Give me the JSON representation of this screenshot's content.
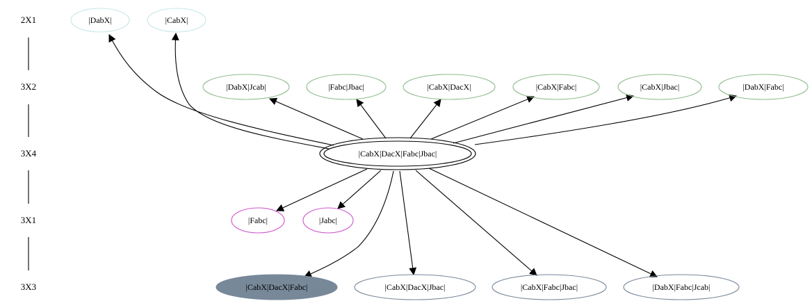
{
  "ranks": [
    {
      "id": "r2x1",
      "label": "2X1"
    },
    {
      "id": "r3x2",
      "label": "3X2"
    },
    {
      "id": "r3x4",
      "label": "3X4"
    },
    {
      "id": "r3x1",
      "label": "3X1"
    },
    {
      "id": "r3x3",
      "label": "3X3"
    }
  ],
  "nodes": {
    "dabx": {
      "label": "|DabX|"
    },
    "cabx": {
      "label": "|CabX|"
    },
    "dabx_jcab": {
      "label": "|DabX|Jcab|"
    },
    "fabc_jbac": {
      "label": "|Fabc|Jbac|"
    },
    "cabx_dacx": {
      "label": "|CabX|DacX|"
    },
    "cabx_fabc": {
      "label": "|CabX|Fabc|"
    },
    "cabx_jbac": {
      "label": "|CabX|Jbac|"
    },
    "dabx_fabc": {
      "label": "|DabX|Fabc|"
    },
    "center": {
      "label": "|CabX|DacX|Fabc|Jbac|"
    },
    "fabc": {
      "label": "|Fabc|"
    },
    "jabc": {
      "label": "|Jabc|"
    },
    "cabx_dacx_fabc": {
      "label": "|CabX|DacX|Fabc|"
    },
    "cabx_dacx_jbac": {
      "label": "|CabX|DacX|Jbac|"
    },
    "cabx_fabc_jbac": {
      "label": "|CabX|Fabc|Jbac|"
    },
    "dabx_fabc_jcab": {
      "label": "|DabX|Fabc|Jcab|"
    }
  },
  "colors": {
    "rank_2x1_border": "#c6e6e6",
    "rank_3x2_border": "#8fbc8f",
    "rank_3x1_border": "#cc55cc",
    "rank_3x3_border": "#778899",
    "highlight_fill": "#778899",
    "edge": "#000000"
  }
}
